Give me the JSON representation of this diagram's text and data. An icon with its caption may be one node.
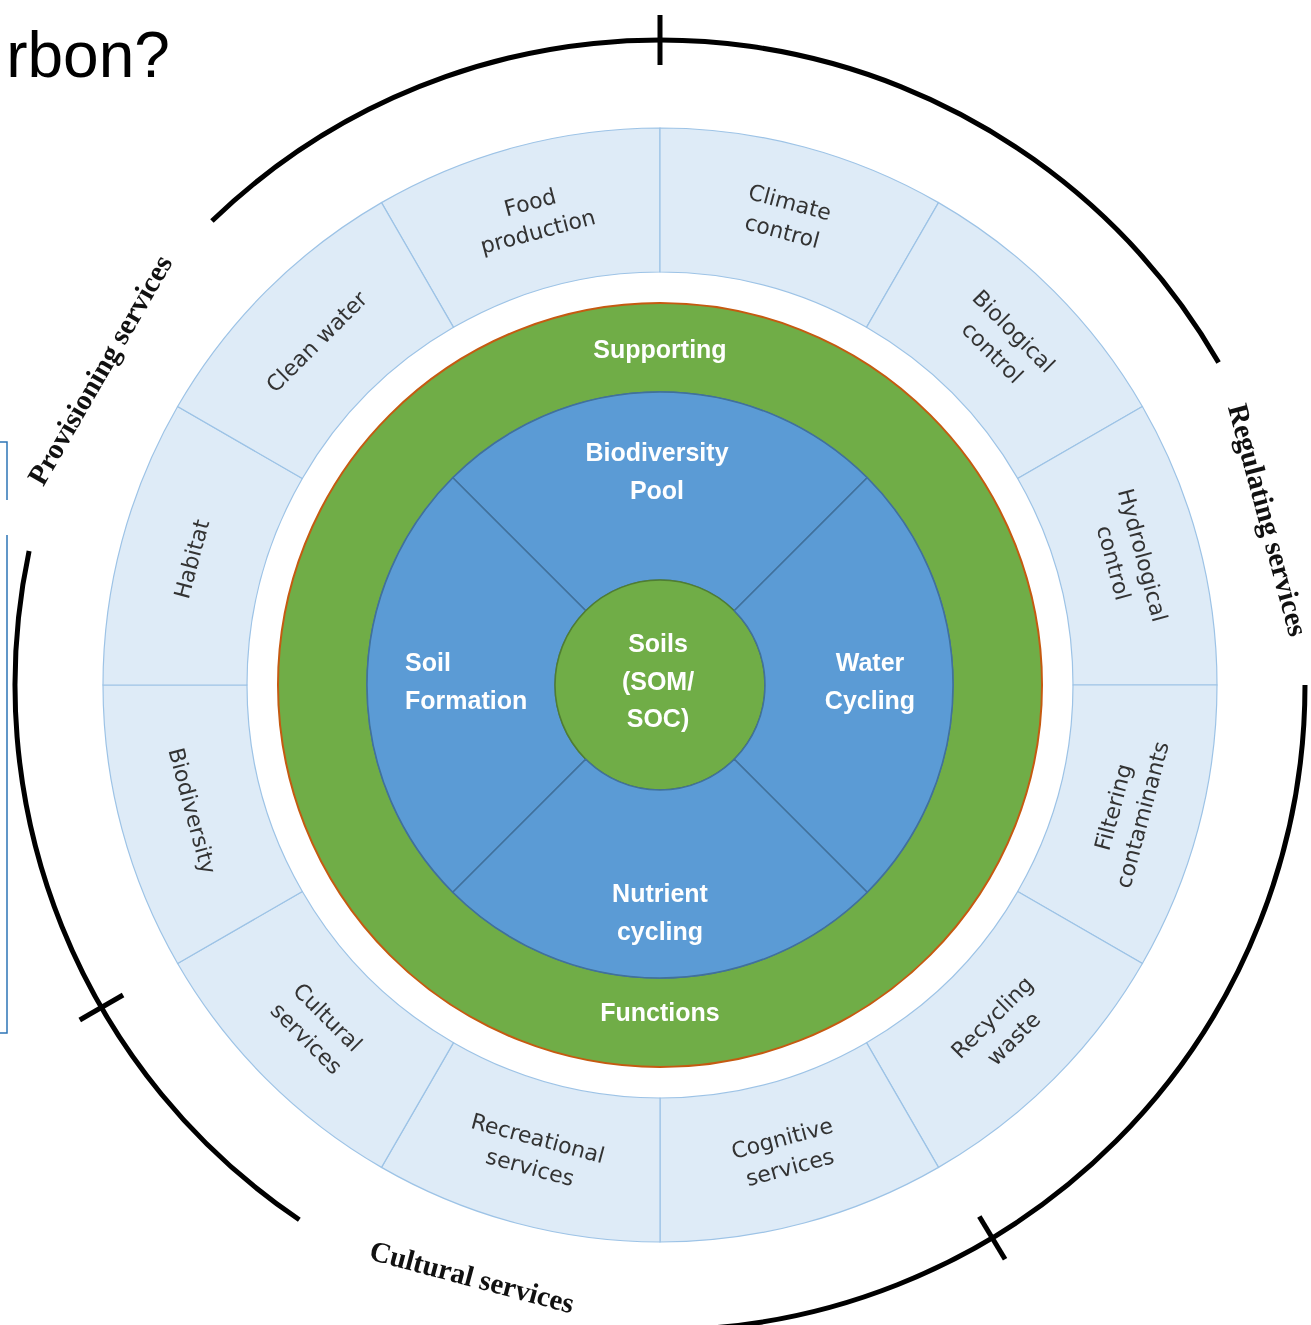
{
  "diagram": {
    "nodes": [
      {
        "text": [
          "Supporting",
          "Functions"
        ]
      },
      {
        "text": [
          "Biodiversity Pool"
        ],
        "in": 0
      },
      {
        "text": [
          "Soil Formation"
        ],
        "in": 0
      },
      {
        "text": [
          "Soils (SOM/ SOC)"
        ],
        "in": 0
      },
      {
        "text": [
          "Water Cycling"
        ],
        "in": 0
      },
      {
        "text": [
          "Nutrient cycling"
        ],
        "in": 0
      },
      {
        "text": [
          "Food production"
        ]
      },
      {
        "text": [
          "Climate control"
        ]
      },
      {
        "text": [
          "Biological control"
        ]
      },
      {
        "text": [
          "Hydrological control"
        ]
      },
      {
        "text": [
          "Filtering contaminants"
        ]
      },
      {
        "text": [
          "Recycling waste"
        ]
      },
      {
        "text": [
          "Cognitive services"
        ]
      },
      {
        "text": [
          "Recreational services"
        ]
      },
      {
        "text": [
          "Cultural services"
        ]
      },
      {
        "text": [
          "Biodiversity"
        ]
      },
      {
        "text": [
          "Habitat"
        ]
      },
      {
        "text": [
          "Clean water"
        ]
      }
    ],
    "edges": [],
    "labels": [
      "rbon?",
      "Provisioning services",
      "Regulating services",
      "Cultural services"
    ]
  }
}
